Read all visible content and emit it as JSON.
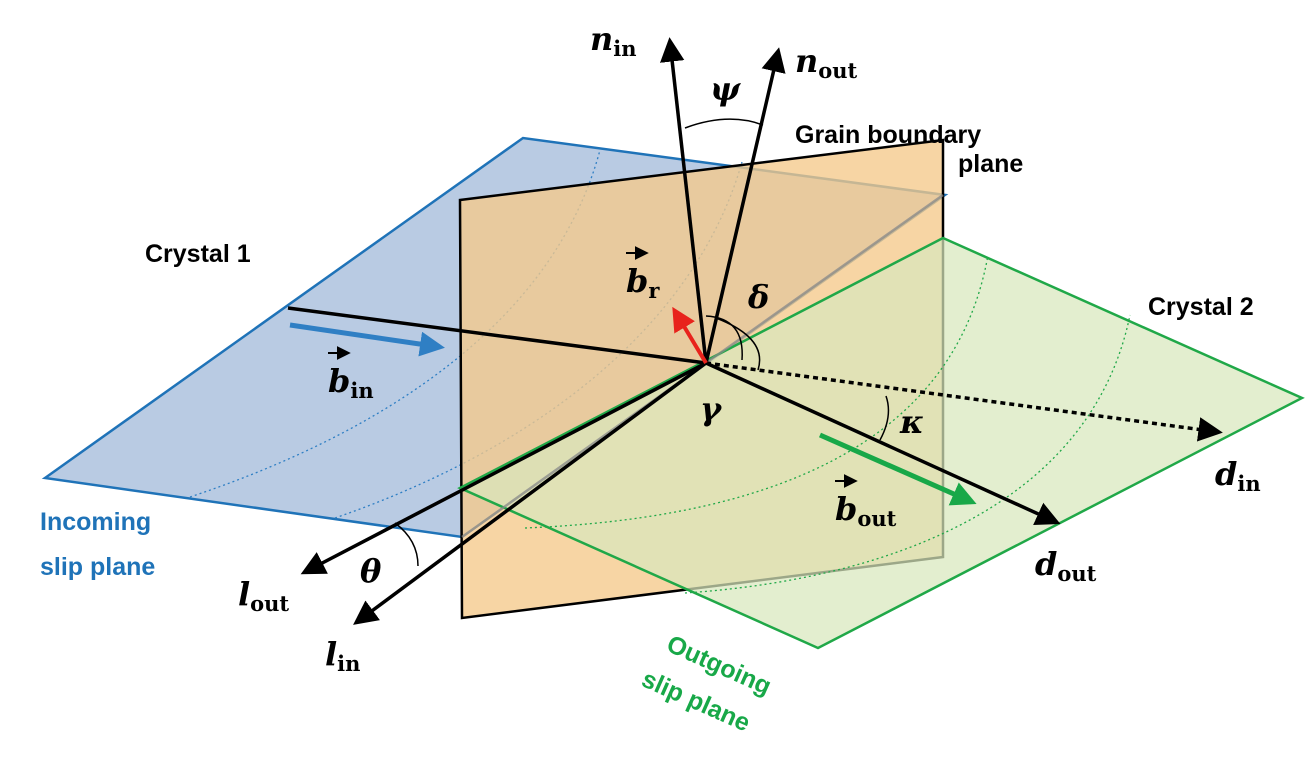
{
  "labels": {
    "crystal1": "Crystal 1",
    "crystal2": "Crystal 2",
    "gb_line1": "Grain boundary",
    "gb_line2": "plane",
    "incoming_line1": "Incoming",
    "incoming_line2": "slip plane",
    "outgoing_line1": "Outgoing",
    "outgoing_line2": "slip plane"
  },
  "vectors": {
    "n_in": {
      "sym": "n",
      "sub": "in"
    },
    "n_out": {
      "sym": "n",
      "sub": "out"
    },
    "b_in": {
      "sym": "b",
      "sub": "in"
    },
    "b_out": {
      "sym": "b",
      "sub": "out"
    },
    "b_r": {
      "sym": "b",
      "sub": "r"
    },
    "d_in": {
      "sym": "d",
      "sub": "in"
    },
    "d_out": {
      "sym": "d",
      "sub": "out"
    },
    "l_in": {
      "sym": "l",
      "sub": "in"
    },
    "l_out": {
      "sym": "l",
      "sub": "out"
    }
  },
  "angles": {
    "psi": "ψ",
    "delta": "δ",
    "gamma": "γ",
    "kappa": "κ",
    "theta": "θ"
  },
  "colors": {
    "incoming_fill": "#b9cbe3",
    "incoming_stroke": "#1f73b8",
    "incoming_text": "#1f73b8",
    "b_in_arrow": "#2f7fc4",
    "gb_fill": "#f5c98a",
    "outgoing_fill": "#d8e8bd",
    "outgoing_stroke": "#20a848",
    "outgoing_text": "#18a848",
    "b_out_arrow": "#18a848",
    "b_r_arrow": "#e8231c",
    "black": "#000000"
  }
}
